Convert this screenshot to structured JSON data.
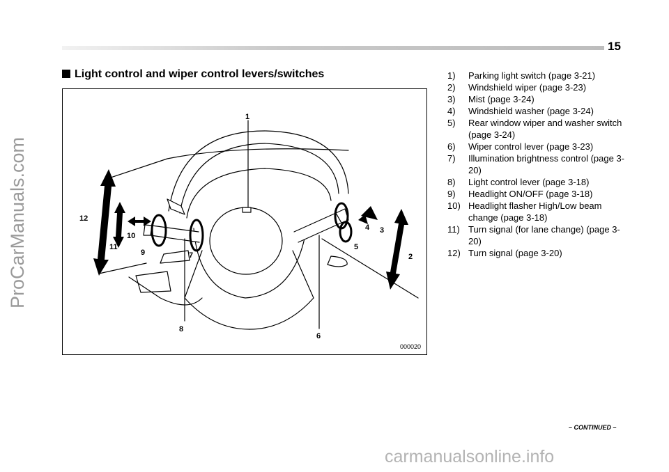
{
  "watermarks": {
    "side": "ProCarManuals.com",
    "bottom": "carmanualsonline.info"
  },
  "page": {
    "number": "15",
    "continued": "– CONTINUED –"
  },
  "section": {
    "title": "Light control and wiper control levers/switches"
  },
  "figure": {
    "code": "000020",
    "callouts": [
      "1",
      "2",
      "3",
      "4",
      "5",
      "6",
      "7",
      "8",
      "9",
      "10",
      "11",
      "12"
    ]
  },
  "legend": [
    {
      "num": "1)",
      "text": "Parking light switch (page 3-21)"
    },
    {
      "num": "2)",
      "text": "Windshield wiper (page 3-23)"
    },
    {
      "num": "3)",
      "text": "Mist (page 3-24)"
    },
    {
      "num": "4)",
      "text": "Windshield washer (page 3-24)"
    },
    {
      "num": "5)",
      "text": "Rear window wiper and washer switch (page 3-24)"
    },
    {
      "num": "6)",
      "text": "Wiper control lever (page 3-23)"
    },
    {
      "num": "7)",
      "text": "Illumination brightness control (page 3-20)"
    },
    {
      "num": "8)",
      "text": "Light control lever (page 3-18)"
    },
    {
      "num": "9)",
      "text": "Headlight ON/OFF (page 3-18)"
    },
    {
      "num": "10)",
      "text": "Headlight flasher High/Low beam change (page 3-18)"
    },
    {
      "num": "11)",
      "text": "Turn signal (for lane change) (page 3-20)"
    },
    {
      "num": "12)",
      "text": "Turn signal (page 3-20)"
    }
  ]
}
